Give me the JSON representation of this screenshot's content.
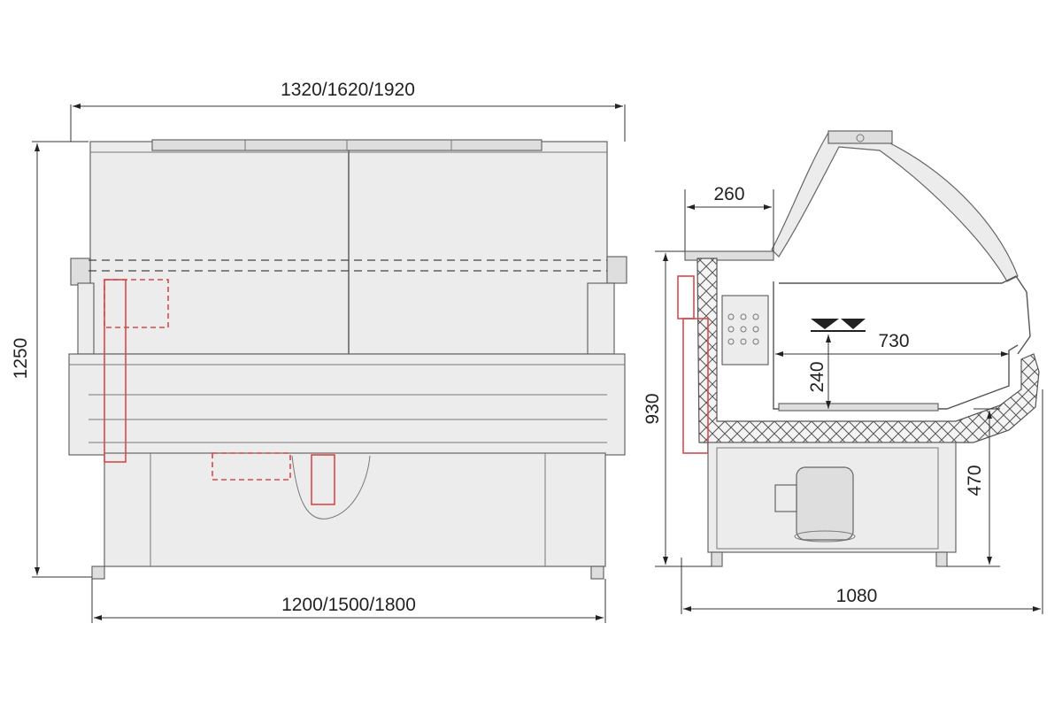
{
  "diagram": {
    "front_view": {
      "overall_width": "1320/1620/1920",
      "overall_height": "1250",
      "base_width": "1200/1500/1800"
    },
    "side_view": {
      "top_depth": "260",
      "total_height": "930",
      "shelf_depth": "730",
      "tray_height": "240",
      "base_height": "470",
      "overall_depth": "1080"
    }
  },
  "colors": {
    "outline": "#555555",
    "refrigeration_parts": "#d84a4a",
    "fill": "#ececec"
  }
}
